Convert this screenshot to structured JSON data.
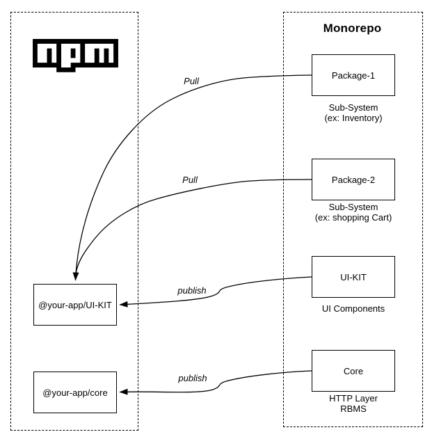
{
  "diagram": {
    "colors": {
      "stroke": "#000000",
      "background": "#ffffff"
    },
    "npm_registry": {
      "logo_icon": "npm-logo",
      "nodes": {
        "ui_kit": {
          "label": "@your-app/UI-KIT"
        },
        "core": {
          "label": "@your-app/core"
        }
      }
    },
    "monorepo": {
      "title": "Monorepo",
      "nodes": {
        "package1": {
          "label": "Package-1",
          "caption1": "Sub-System",
          "caption2": "(ex: Inventory)"
        },
        "package2": {
          "label": "Package-2",
          "caption1": "Sub-System",
          "caption2": "(ex: shopping Cart)"
        },
        "ui_kit": {
          "label": "UI-KIT",
          "caption1": "UI Components"
        },
        "core": {
          "label": "Core",
          "caption1": "HTTP Layer",
          "caption2": "RBMS"
        }
      }
    },
    "edges": {
      "pull1": {
        "label": "Pull",
        "from": "Package-1",
        "to": "@your-app/UI-KIT"
      },
      "pull2": {
        "label": "Pull",
        "from": "Package-2",
        "to": "@your-app/UI-KIT"
      },
      "publish1": {
        "label": "publish",
        "from": "UI-KIT",
        "to": "@your-app/UI-KIT"
      },
      "publish2": {
        "label": "publish",
        "from": "Core",
        "to": "@your-app/core"
      }
    }
  }
}
